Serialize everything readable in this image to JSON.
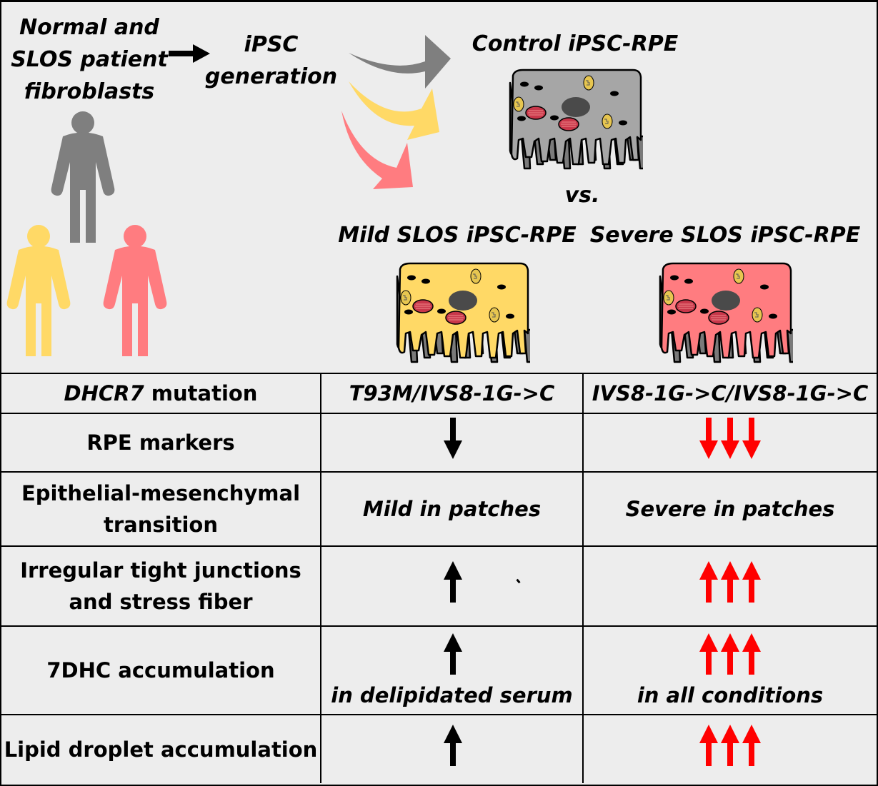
{
  "source_label": [
    "Normal and",
    "SLOS patient",
    "fibroblasts"
  ],
  "process_label": [
    "iPSC",
    "generation"
  ],
  "cells": {
    "control": {
      "label": "Control  iPSC-RPE",
      "fill": "#a6a6a6"
    },
    "mild": {
      "label": "Mild SLOS iPSC-RPE",
      "fill": "#ffd966"
    },
    "severe": {
      "label": "Severe SLOS  iPSC-RPE",
      "fill": "#ff7c80"
    }
  },
  "vs_label": "vs.",
  "colors": {
    "control": "#7f7f7f",
    "mild": "#ffd966",
    "severe": "#ff7c80",
    "increase_severe": "#ff0000",
    "arrow_black": "#000000"
  },
  "people_icons": [
    "control-person",
    "mild-person",
    "severe-person"
  ],
  "table": {
    "header": {
      "feature_gene": "DHCR7",
      "feature_suffix": " mutation",
      "mild": "T93M/IVS8-1G->C",
      "severe": "IVS8-1G->C/IVS8-1G->C"
    },
    "rows": [
      {
        "feature": "RPE markers",
        "mild": {
          "direction": "down",
          "count": 1,
          "note": ""
        },
        "severe": {
          "direction": "down",
          "count": 3,
          "note": ""
        }
      },
      {
        "feature": [
          "Epithelial-mesenchymal",
          "transition"
        ],
        "mild_text": "Mild in patches",
        "severe_text": "Severe in patches"
      },
      {
        "feature": [
          "Irregular tight junctions",
          "and stress fiber"
        ],
        "mild": {
          "direction": "up",
          "count": 1,
          "note": ""
        },
        "severe": {
          "direction": "up",
          "count": 3,
          "note": ""
        }
      },
      {
        "feature": "7DHC accumulation",
        "mild": {
          "direction": "up",
          "count": 1,
          "note": "in delipidated serum"
        },
        "severe": {
          "direction": "up",
          "count": 3,
          "note": "in all conditions"
        }
      },
      {
        "feature": "Lipid droplet accumulation",
        "mild": {
          "direction": "up",
          "count": 1,
          "note": ""
        },
        "severe": {
          "direction": "up",
          "count": 3,
          "note": ""
        }
      }
    ]
  }
}
